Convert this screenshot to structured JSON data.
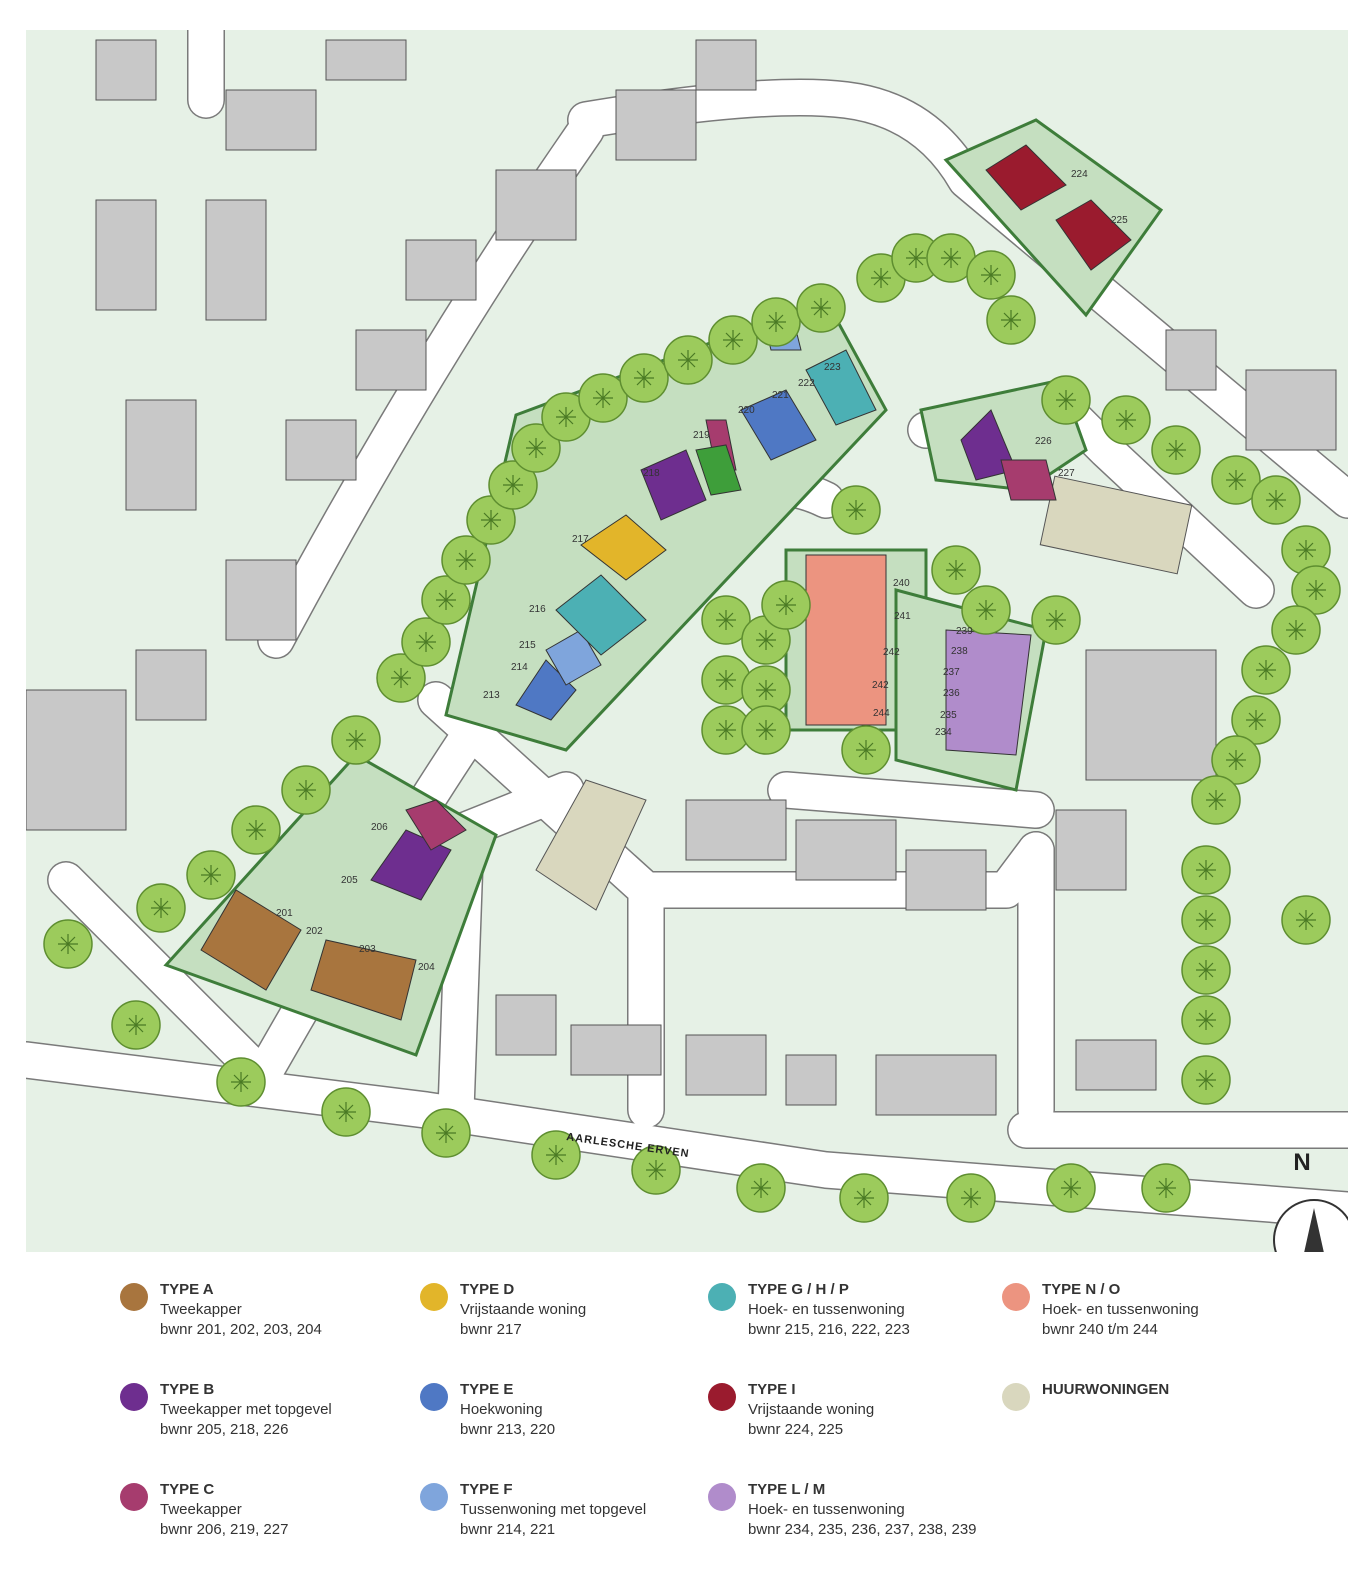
{
  "map": {
    "street_name": "AARLESCHE ERVEN",
    "north_label": "N",
    "plot_numbers": [
      "201",
      "202",
      "203",
      "204",
      "205",
      "206",
      "213",
      "214",
      "215",
      "216",
      "217",
      "218",
      "219",
      "220",
      "221",
      "222",
      "223",
      "224",
      "225",
      "226",
      "227",
      "234",
      "235",
      "236",
      "237",
      "238",
      "239",
      "240",
      "241",
      "242",
      "242",
      "244"
    ]
  },
  "legend": [
    {
      "title": "TYPE A",
      "description": "Tweekapper",
      "numbers": "bwnr 201, 202, 203, 204",
      "color": "#A8753E"
    },
    {
      "title": "TYPE D",
      "description": "Vrijstaande woning",
      "numbers": "bwnr 217",
      "color": "#E2B52A"
    },
    {
      "title": "TYPE G / H / P",
      "description": "Hoek- en tussenwoning",
      "numbers": "bwnr 215, 216, 222, 223",
      "color": "#4CB0B4"
    },
    {
      "title": "TYPE N / O",
      "description": "Hoek- en tussenwoning",
      "numbers": "bwnr 240 t/m 244",
      "color": "#EC9480"
    },
    {
      "title": "TYPE B",
      "description": "Tweekapper met topgevel",
      "numbers": "bwnr 205, 218, 226",
      "color": "#6E2E8F"
    },
    {
      "title": "TYPE E",
      "description": "Hoekwoning",
      "numbers": "bwnr 213, 220",
      "color": "#4F78C4"
    },
    {
      "title": "TYPE I",
      "description": "Vrijstaande woning",
      "numbers": "bwnr 224, 225",
      "color": "#9A1B2E"
    },
    {
      "title": "HUURWONINGEN",
      "description": "",
      "numbers": "",
      "color": "#D9D7BE"
    },
    {
      "title": "TYPE C",
      "description": "Tweekapper",
      "numbers": "bwnr 206, 219, 227",
      "color": "#A63C6E"
    },
    {
      "title": "TYPE F",
      "description": "Tussenwoning met topgevel",
      "numbers": "bwnr 214, 221",
      "color": "#7FA5DC"
    },
    {
      "title": "TYPE L / M",
      "description": "Hoek- en tussenwoning",
      "numbers": "bwnr 234, 235, 236, 237, 238, 239",
      "color": "#B08CCB"
    }
  ]
}
